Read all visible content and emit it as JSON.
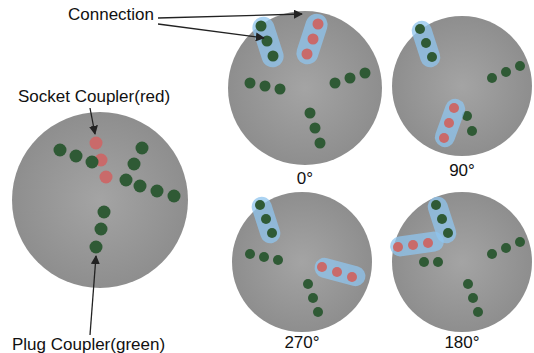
{
  "diagram": {
    "labels": [
      "Connection",
      "Socket Coupler(red)",
      "Plug Coupler(green)",
      "0°",
      "90°",
      "270°",
      "180°"
    ]
  }
}
